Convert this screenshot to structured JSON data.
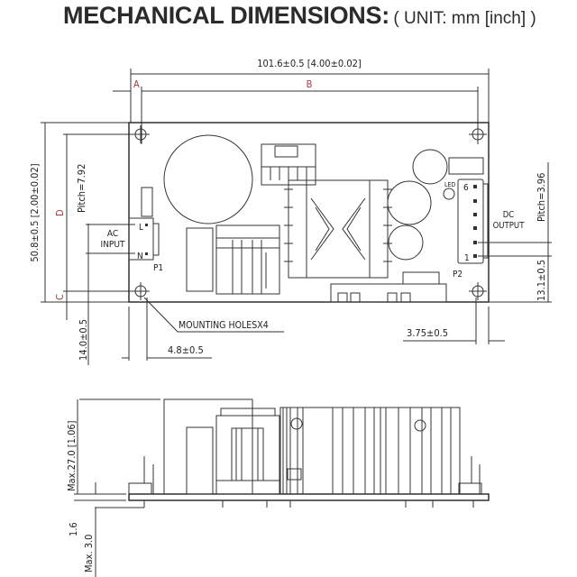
{
  "header": {
    "title": "MECHANICAL DIMENSIONS:",
    "unit": "( UNIT: mm [inch] )"
  },
  "top_view": {
    "width_dim": "101.6±0.5  [4.00±0.02]",
    "label_a": "A",
    "label_b": "B",
    "label_c": "C",
    "label_d": "D",
    "height_dim": "50.8±0.5 [2.00±0.02]",
    "pitch_left": "Pitch=7.92",
    "ac_input": [
      "AC",
      "INPUT"
    ],
    "pin_l": "L",
    "pin_n": "N",
    "p1": "P1",
    "mounting_holes": "MOUNTING  HOLESX4",
    "dim_14": "14.0±0.5",
    "dim_48": "4.8±0.5",
    "led": "LED",
    "pin_6": "6",
    "pin_1": "1",
    "dc_output": [
      "DC",
      "OUTPUT"
    ],
    "p2": "P2",
    "pitch_right": "Pitch=3.96",
    "dim_131": "13.1±0.5",
    "dim_375": "3.75±0.5"
  },
  "side_view": {
    "max_height": "Max.27.0 [1.06]",
    "pcb_thickness": "1.6",
    "max_pin": "Max. 3.0"
  },
  "colors": {
    "label_red": "#a23a44",
    "line": "#333333"
  }
}
